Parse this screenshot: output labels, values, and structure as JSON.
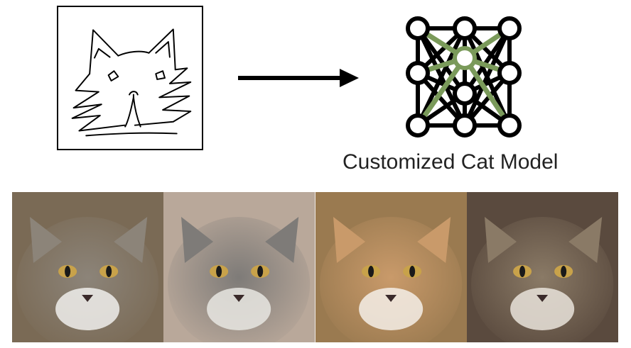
{
  "model": {
    "label": "Customized Cat Model"
  },
  "colors": {
    "node_stroke": "#000000",
    "node_fill": "#ffffff",
    "highlight_edge": "#7a9a5a",
    "arrow": "#000000"
  },
  "icons": {
    "sketch": "cat-sketch-icon",
    "arrow": "right-arrow-icon",
    "model": "neural-network-icon"
  },
  "cats": [
    {
      "name": "cat-photo-1",
      "fur": "#8c8479",
      "accent": "#f0efec",
      "bg": "#7a6a55"
    },
    {
      "name": "cat-photo-2",
      "fur": "#7e7b78",
      "accent": "#e8e6e2",
      "bg": "#b9a89a"
    },
    {
      "name": "cat-photo-3",
      "fur": "#c99a6a",
      "accent": "#f4efe8",
      "bg": "#9a7a50"
    },
    {
      "name": "cat-photo-4",
      "fur": "#8a7a66",
      "accent": "#e9e3da",
      "bg": "#5a4a3e"
    }
  ]
}
